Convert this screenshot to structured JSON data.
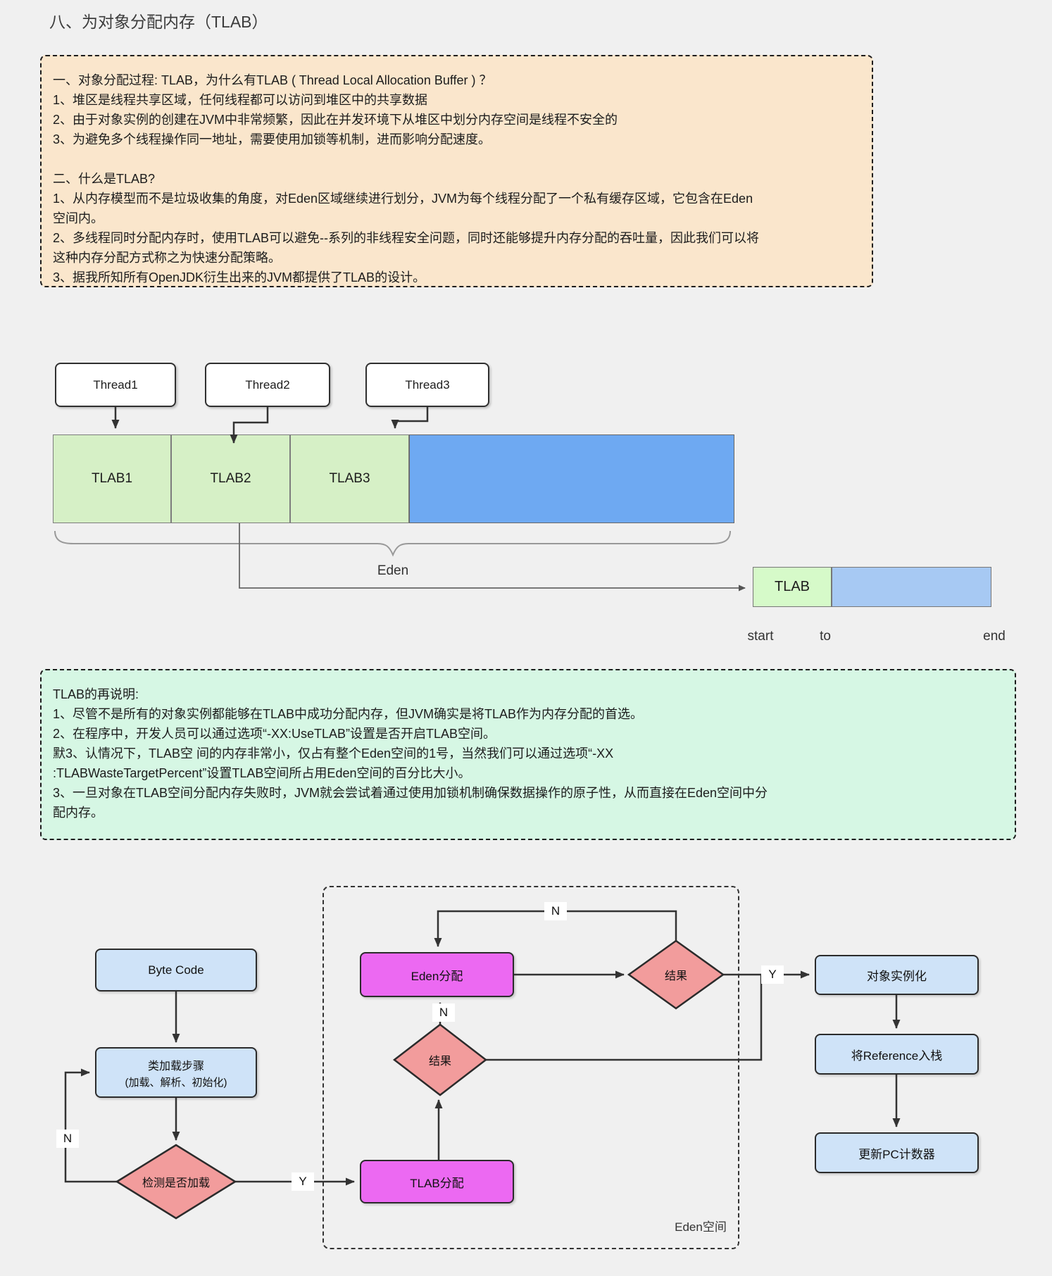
{
  "page": {
    "title": "八、为对象分配内存（TLAB）",
    "background": "#f0f0f0"
  },
  "note_tlab_why": {
    "lines": [
      "一、对象分配过程: TLAB，为什么有TLAB ( Thread Local Allocation Buffer ) ？",
      "1、堆区是线程共享区域，任何线程都可以访问到堆区中的共享数据",
      "2、由于对象实例的创建在JVM中非常频繁，因此在并发环境下从堆区中划分内存空间是线程不安全的",
      "3、为避免多个线程操作同一地址，需要使用加锁等机制，进而影响分配速度。",
      "",
      "二、什么是TLAB?",
      "1、从内存模型而不是垃圾收集的角度，对Eden区域继续进行划分，JVM为每个线程分配了一个私有缓存区域，它包含在Eden",
      "空间内。",
      "2、多线程同时分配内存时，使用TLAB可以避免--系列的非线程安全问题，同时还能够提升内存分配的吞吐量，因此我们可以将",
      "这种内存分配方式称之为快速分配策略。",
      "3、据我所知所有OpenJDK衍生出来的JVM都提供了TLAB的设计。"
    ],
    "background": "#fae6cc"
  },
  "thread_diagram": {
    "threads": [
      "Thread1",
      "Thread2",
      "Thread3"
    ],
    "tlab_cells": [
      "TLAB1",
      "TLAB2",
      "TLAB3"
    ],
    "eden_label": "Eden",
    "mini": {
      "tlab_label": "TLAB",
      "start": "start",
      "to": "to",
      "end": "end"
    },
    "colors": {
      "cell_green": "#d6f0c6",
      "cell_blue": "#6ea9f2",
      "mini_green": "#d6fac9",
      "mini_blue": "#a7c9f3"
    }
  },
  "note_tlab_more": {
    "lines": [
      "TLAB的再说明:",
      "1、尽管不是所有的对象实例都能够在TLAB中成功分配内存，但JVM确实是将TLAB作为内存分配的首选。",
      "2、在程序中，开发人员可以通过选项“-XX:UseTLAB”设置是否开启TLAB空间。",
      "默3、认情况下，TLAB空 间的内存非常小，仅占有整个Eden空间的1号，当然我们可以通过选项“-XX",
      ":TLABWasteTargetPercent”设置TLAB空间所占用Eden空间的百分比大小。",
      "3、一旦对象在TLAB空间分配内存失败时，JVM就会尝试着通过使用加锁机制确保数据操作的原子性，从而直接在Eden空间中分",
      "配内存。"
    ],
    "background": "#d6f7e4"
  },
  "flowchart": {
    "byte_code": "Byte Code",
    "class_load_line1": "类加载步骤",
    "class_load_line2": "(加载、解析、初始化)",
    "check_loaded": "检测是否加载",
    "tlab_alloc": "TLAB分配",
    "result_lower": "结果",
    "eden_alloc": "Eden分配",
    "result_upper": "结果",
    "object_instantiate": "对象实例化",
    "push_reference": "将Reference入栈",
    "update_pc": "更新PC计数器",
    "eden_space": "Eden空间",
    "labels": {
      "n_left": "N",
      "y_left": "Y",
      "n_mid": "N",
      "n_top": "N",
      "y_right": "Y"
    },
    "colors": {
      "process_blue": "#cfe3f8",
      "alloc_magenta": "#ec69f2",
      "diamond_pink": "#f29c9c"
    }
  }
}
